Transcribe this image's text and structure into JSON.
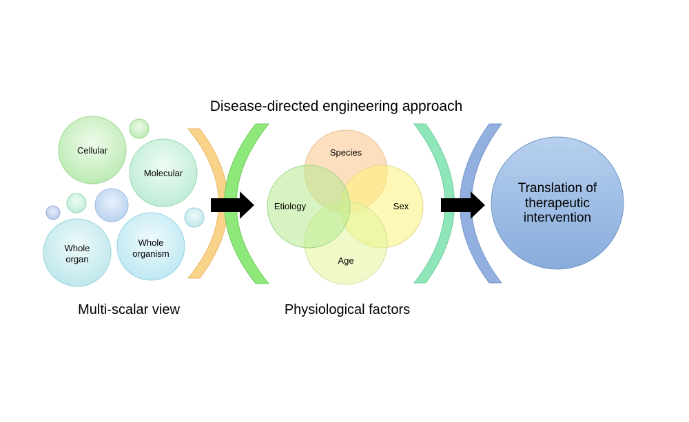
{
  "title": "Disease-directed engineering approach",
  "multiscalar": {
    "caption": "Multi-scalar view",
    "cellular": "Cellular",
    "molecular": "Molecular",
    "whole_organ": [
      "Whole",
      "organ"
    ],
    "whole_organism": [
      "Whole",
      "organism"
    ]
  },
  "physiological": {
    "caption": "Physiological factors",
    "species": "Species",
    "etiology": "Etiology",
    "sex": "Sex",
    "age": "Age"
  },
  "outcome": {
    "lines": [
      "Translation of",
      "therapeutic",
      "intervention"
    ]
  },
  "colors": {
    "arc_orange": "#fad38a",
    "arc_green": "#8fe87a",
    "arc_teal": "#8fe6b8",
    "arc_blue": "#93afe0",
    "arrow": "#000000",
    "outcome_fill": "#9ebfe5"
  }
}
